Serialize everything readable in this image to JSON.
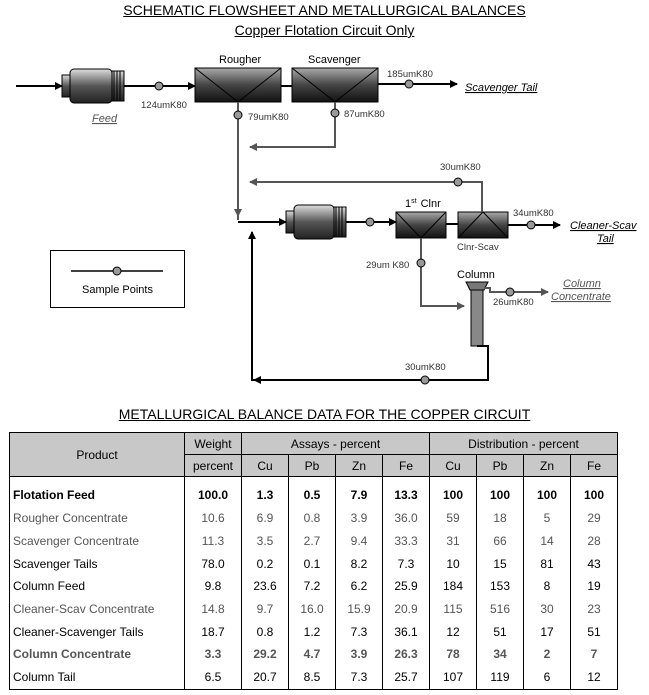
{
  "titles": {
    "main": "SCHEMATIC FLOWSHEET AND METALLURGICAL BALANCES",
    "sub": "Copper Flotation Circuit Only",
    "table": "METALLURGICAL BALANCE DATA FOR THE COPPER CIRCUIT"
  },
  "flowsheet": {
    "units": {
      "rougher": "Rougher",
      "scavenger": "Scavenger",
      "cleaner_prefix": "1",
      "cleaner_sup": "st",
      "cleaner_suffix": "Clnr",
      "clnr_scav": "Clnr-Scav",
      "column": "Column"
    },
    "streams": {
      "feed": "Feed",
      "scavenger_tail": "Scavenger Tail",
      "cleaner_scav_tail_1": "Cleaner-Scav",
      "cleaner_scav_tail_2": "Tail",
      "column_concentrate_1": "Column",
      "column_concentrate_2": "Concentrate"
    },
    "sample_labels": {
      "feed": "124umK80",
      "scav_tail": "185umK80",
      "rougher_conc": "79umK80",
      "scav_conc": "87umK80",
      "recycle_top": "30umK80",
      "clnr_scav_tail": "34umK80",
      "cleaner_conc": "29um K80",
      "column_conc": "26umK80",
      "column_tail": "30umK80"
    },
    "legend": "Sample Points",
    "colors": {
      "primary_line": "#000000",
      "internal_line": "#555555",
      "link_text": "#555555"
    }
  },
  "table": {
    "header_groups": [
      "Product",
      "Weight",
      "Assays - percent",
      "Distribution - percent"
    ],
    "weight_sub": "percent",
    "sub_columns": [
      "Cu",
      "Pb",
      "Zn",
      "Fe",
      "Cu",
      "Pb",
      "Zn",
      "Fe"
    ],
    "rows": [
      {
        "style": "bold",
        "cells": [
          "Flotation Feed",
          "100.0",
          "1.3",
          "0.5",
          "7.9",
          "13.3",
          "100",
          "100",
          "100",
          "100"
        ]
      },
      {
        "style": "grey",
        "cells": [
          "Rougher Concentrate",
          "10.6",
          "6.9",
          "0.8",
          "3.9",
          "36.0",
          "59",
          "18",
          "5",
          "29"
        ]
      },
      {
        "style": "grey",
        "cells": [
          "Scavenger Concentrate",
          "11.3",
          "3.5",
          "2.7",
          "9.4",
          "33.3",
          "31",
          "66",
          "14",
          "28"
        ]
      },
      {
        "style": "normal",
        "cells": [
          "Scavenger Tails",
          "78.0",
          "0.2",
          "0.1",
          "8.2",
          "7.3",
          "10",
          "15",
          "81",
          "43"
        ]
      },
      {
        "style": "normal",
        "cells": [
          "Column Feed",
          "9.8",
          "23.6",
          "7.2",
          "6.2",
          "25.9",
          "184",
          "153",
          "8",
          "19"
        ]
      },
      {
        "style": "grey",
        "cells": [
          "Cleaner-Scav Concentrate",
          "14.8",
          "9.7",
          "16.0",
          "15.9",
          "20.9",
          "115",
          "516",
          "30",
          "23"
        ]
      },
      {
        "style": "normal",
        "cells": [
          "Cleaner-Scavenger Tails",
          "18.7",
          "0.8",
          "1.2",
          "7.3",
          "36.1",
          "12",
          "51",
          "17",
          "51"
        ]
      },
      {
        "style": "boldgrey",
        "cells": [
          "Column Concentrate",
          "3.3",
          "29.2",
          "4.7",
          "3.9",
          "26.3",
          "78",
          "34",
          "2",
          "7"
        ]
      },
      {
        "style": "normal",
        "cells": [
          "Column Tail",
          "6.5",
          "20.7",
          "8.5",
          "7.3",
          "25.7",
          "107",
          "119",
          "6",
          "12"
        ]
      }
    ]
  }
}
